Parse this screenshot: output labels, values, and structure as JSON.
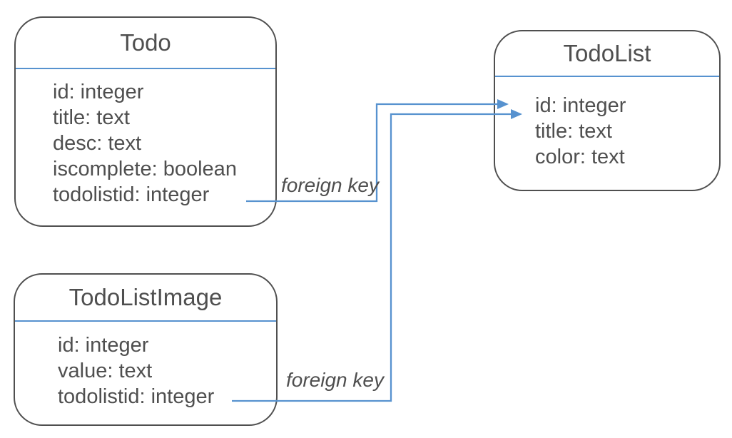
{
  "diagram": {
    "colors": {
      "accent": "#5792CF",
      "border": "#4F4F4F",
      "text": "#4F4F4F",
      "background": "#FFFFFF"
    },
    "entities": {
      "todo": {
        "title": "Todo",
        "fields": [
          "id: integer",
          "title: text",
          "desc: text",
          "iscomplete: boolean",
          "todolistid: integer"
        ]
      },
      "todolist": {
        "title": "TodoList",
        "fields": [
          "id: integer",
          "title: text",
          "color: text"
        ]
      },
      "todolistimage": {
        "title": "TodoListImage",
        "fields": [
          "id: integer",
          "value: text",
          "todolistid: integer"
        ]
      }
    },
    "relations": {
      "todo_to_todolist": {
        "label": "foreign key",
        "from": "Todo.todolistid",
        "to": "TodoList.id"
      },
      "todolistimage_to_todolist": {
        "label": "foreign key",
        "from": "TodoListImage.todolistid",
        "to": "TodoList.id"
      }
    }
  }
}
